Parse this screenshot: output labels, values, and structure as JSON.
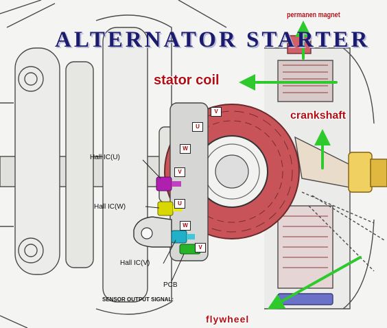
{
  "title": "ALTERNATOR  STARTER",
  "callouts": {
    "permanent_magnet": "permanen magnet",
    "stator_coil": "stator coil",
    "crankshaft": "crankshaft",
    "flywheel": "flywheel"
  },
  "hall_labels": {
    "u": "Hall IC(U)",
    "w": "Hall IC(W)",
    "v": "Hall IC(V)"
  },
  "pcb_label": "PCB",
  "sensor_output_label": "SENSOR OUTPUT SIGNAL:",
  "coil_phase_letters": [
    "V",
    "U",
    "W",
    "V",
    "U",
    "W",
    "V"
  ],
  "colors": {
    "title": "#1c1c6e",
    "callout_red": "#b30d14",
    "arrow_green": "#2dc92d",
    "coil_red": "#c8545a",
    "hall_u": "#b020b0",
    "hall_w": "#d8d800",
    "hall_v": "#20b0c8",
    "pcb": "#28b428"
  }
}
